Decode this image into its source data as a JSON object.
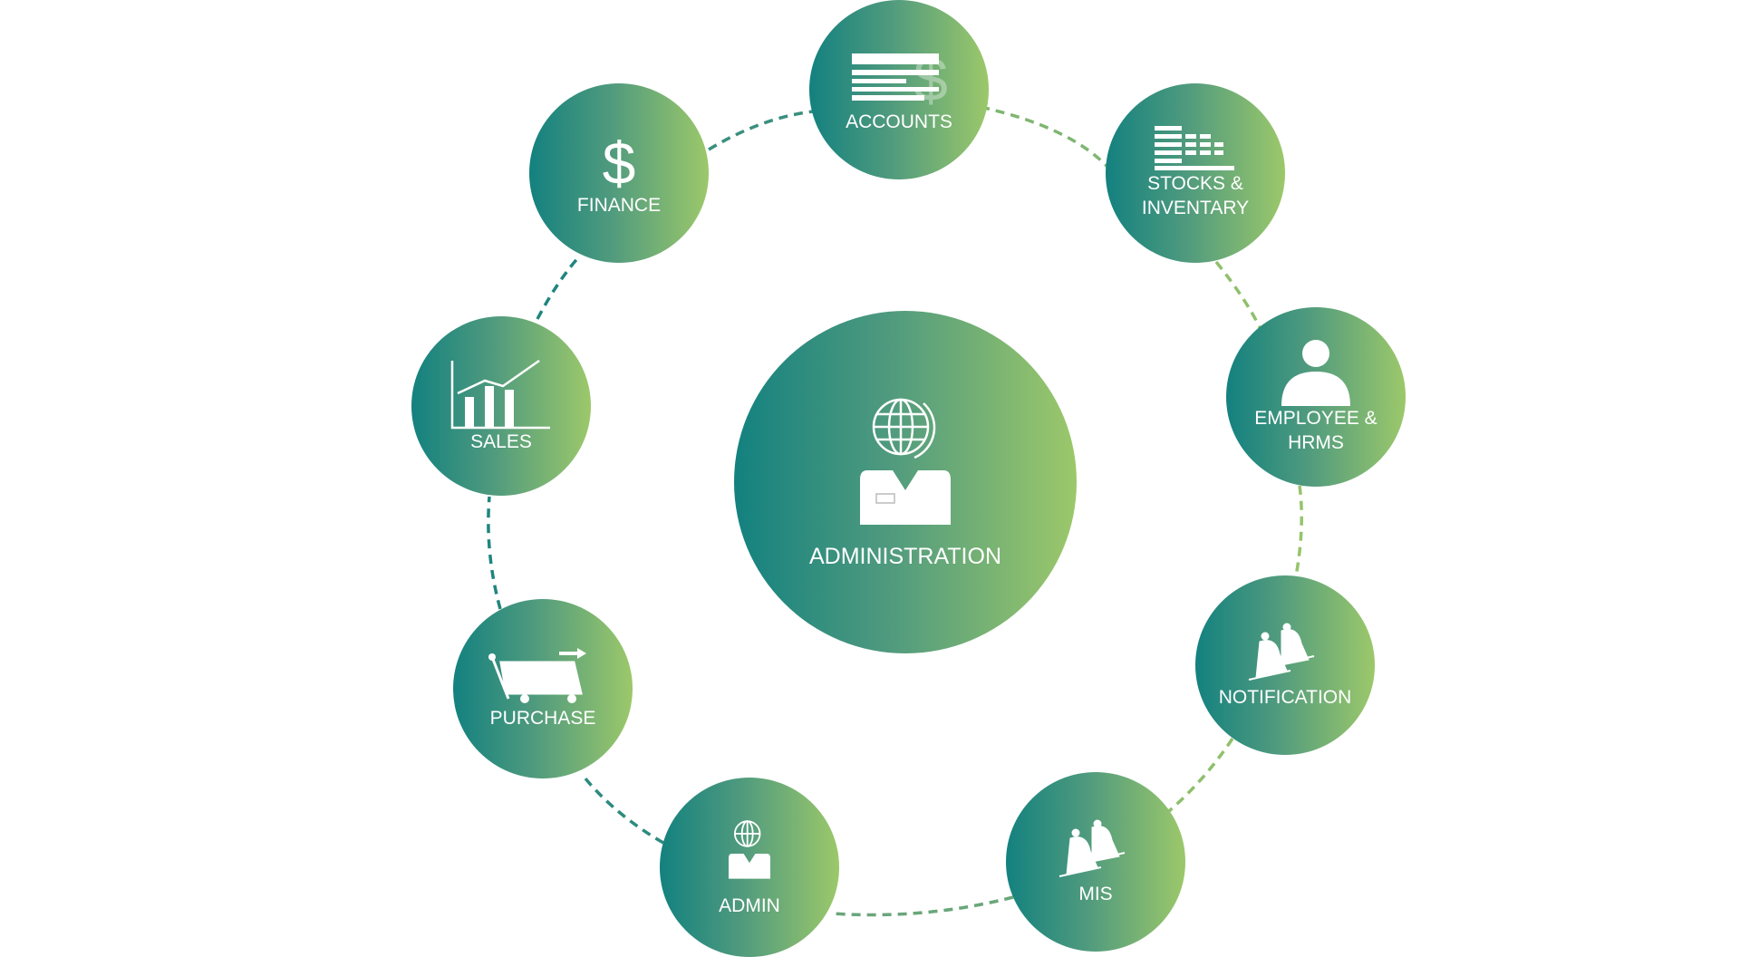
{
  "center": {
    "label": "ADMINISTRATION",
    "icon": "admin-globe-person-icon"
  },
  "modules": [
    {
      "label": "ACCOUNTS",
      "icon": "accounts-ledger-dollar-icon"
    },
    {
      "label": "STOCKS &\nINVENTARY",
      "icon": "stocks-bars-icon"
    },
    {
      "label": "EMPLOYEE &\nHRMS",
      "icon": "person-icon"
    },
    {
      "label": "NOTIFICATION",
      "icon": "bells-icon"
    },
    {
      "label": "MIS",
      "icon": "bells-icon"
    },
    {
      "label": "ADMIN",
      "icon": "admin-globe-person-icon"
    },
    {
      "label": "PURCHASE",
      "icon": "cart-icon"
    },
    {
      "label": "SALES",
      "icon": "sales-chart-icon"
    },
    {
      "label": "FINANCE",
      "icon": "dollar-icon"
    }
  ],
  "colors": {
    "start": "#13817f",
    "end": "#9cc86a"
  }
}
